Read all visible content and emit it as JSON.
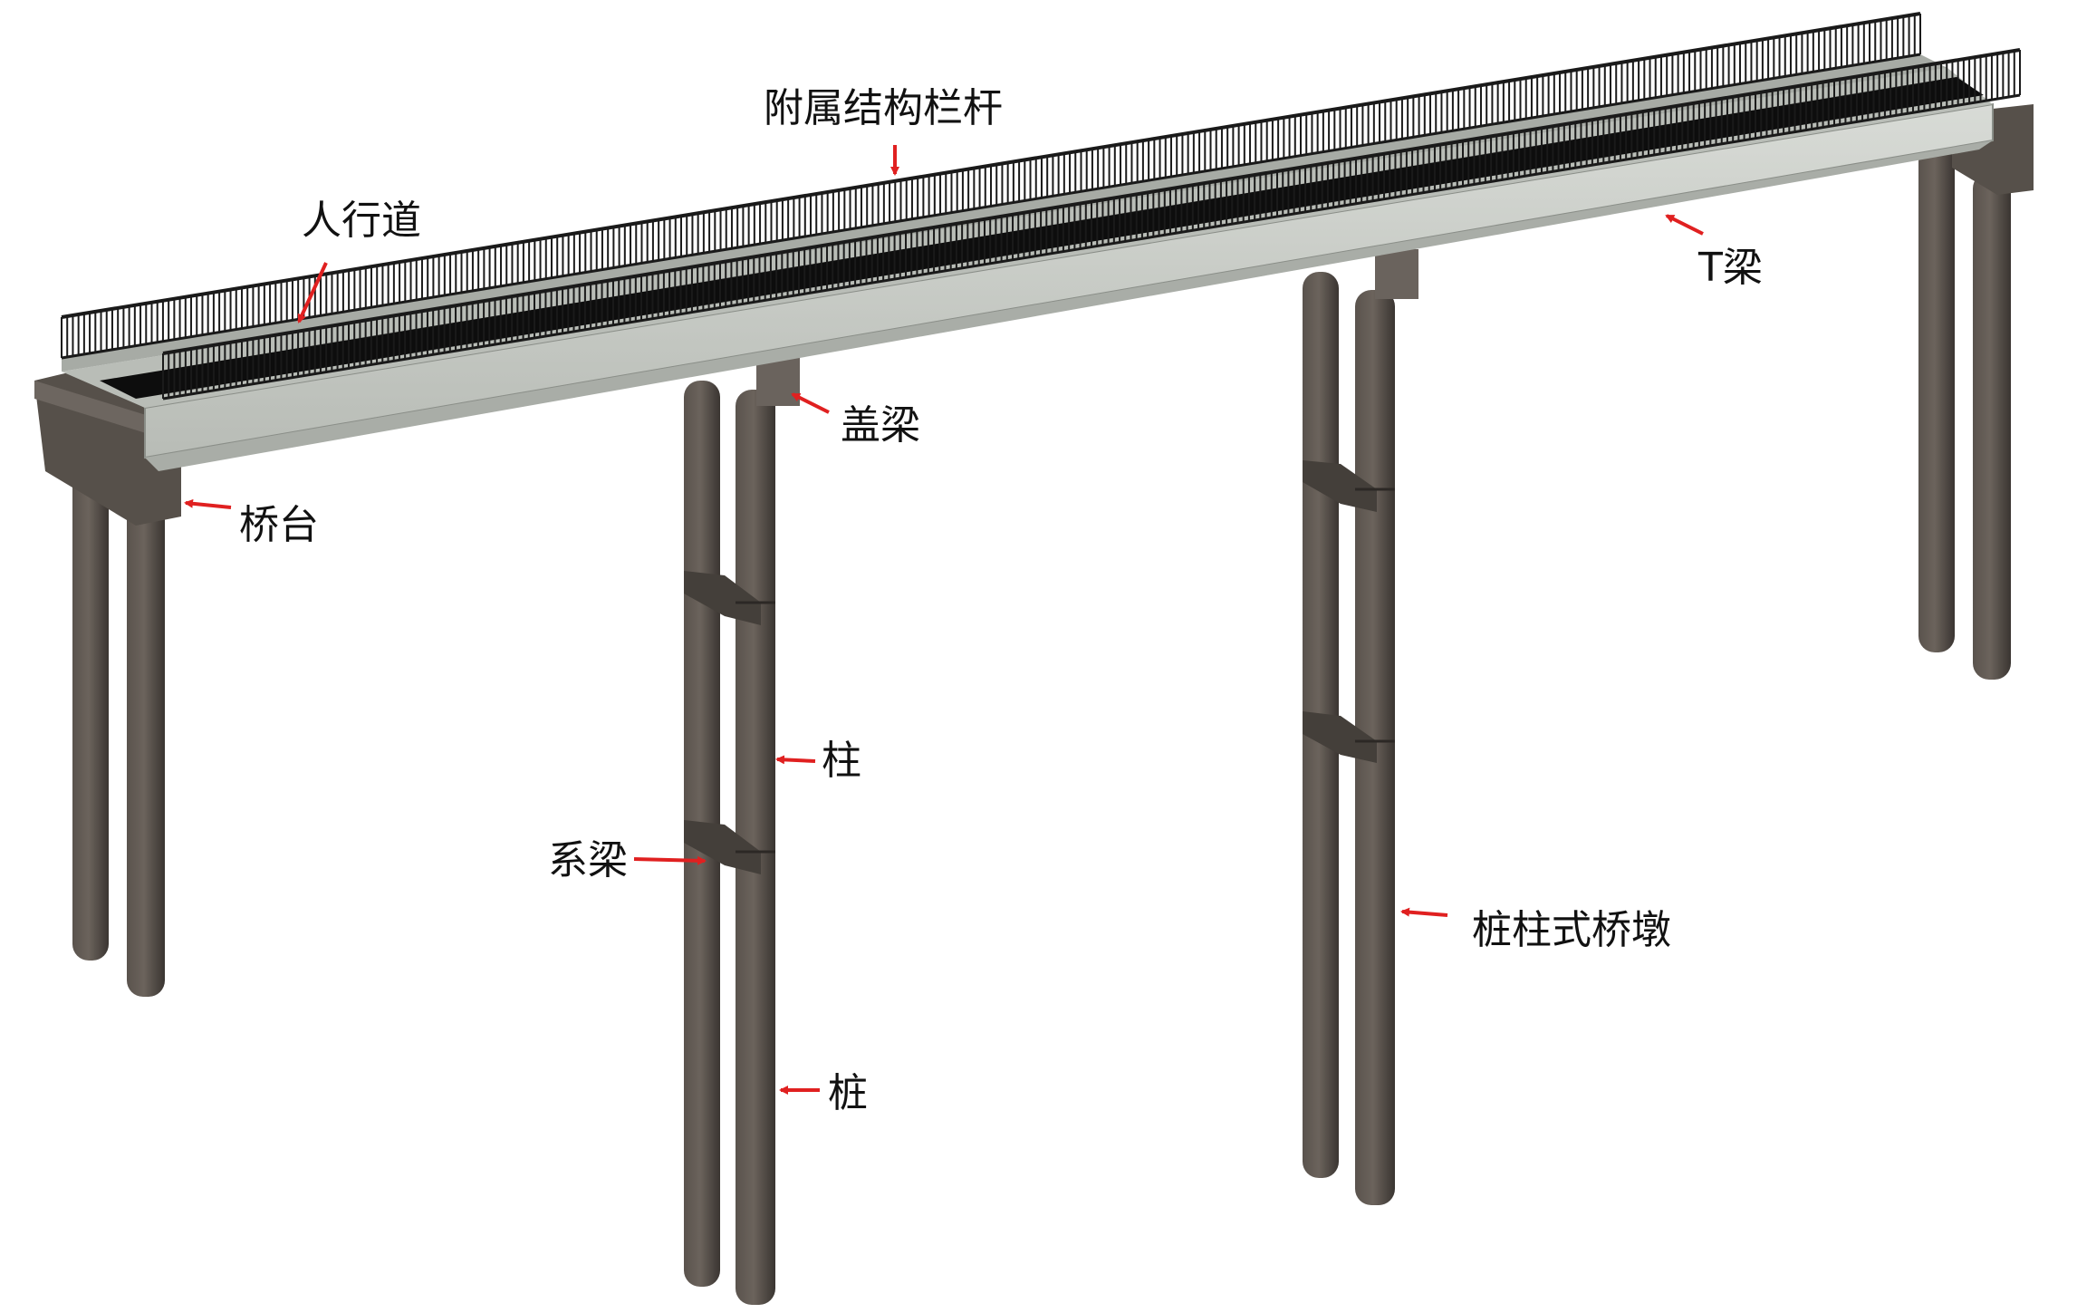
{
  "labels": {
    "railing": "附属结构栏杆",
    "sidewalk": "人行道",
    "t_beam": "T梁",
    "cap_beam": "盖梁",
    "abutment": "桥台",
    "column": "柱",
    "tie_beam": "系梁",
    "pile_column_pier": "桩柱式桥墩",
    "pile": "桩"
  },
  "colors": {
    "arrow": "#e02020",
    "pier": "#4a4440",
    "concrete": "#c9cdc8",
    "railing": "#1a1a1a",
    "deck_dark": "#0d0d0d"
  }
}
